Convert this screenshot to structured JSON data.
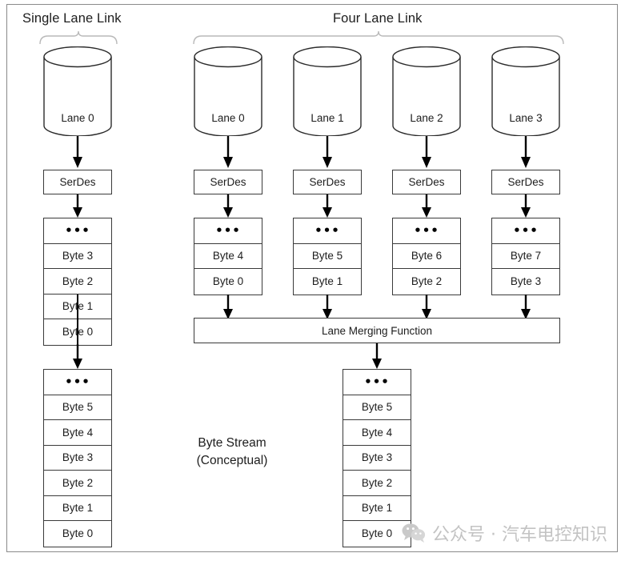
{
  "diagram": {
    "title_single": "Single Lane Link",
    "title_four": "Four Lane Link",
    "caption_line1": "Byte Stream",
    "caption_line2": "(Conceptual)",
    "merge_label": "Lane Merging Function",
    "serdes_label": "SerDes",
    "ellipsis": "•••",
    "colors": {
      "stroke": "#3a3a3a",
      "arrow": "#000000",
      "frame": "#8a8a8a",
      "text": "#1d1d1d",
      "watermark": "#c3c3c3",
      "background": "#ffffff"
    }
  },
  "single_lane": {
    "cylinder_label": "Lane 0",
    "serdes_label": "SerDes",
    "stack": [
      "•••",
      "Byte 3",
      "Byte 2",
      "Byte 1",
      "Byte 0"
    ],
    "stream_stack": [
      "•••",
      "Byte 5",
      "Byte 4",
      "Byte 3",
      "Byte 2",
      "Byte 1",
      "Byte 0"
    ]
  },
  "four_lane": {
    "lanes": [
      {
        "cylinder_label": "Lane 0",
        "serdes_label": "SerDes",
        "stack": [
          "•••",
          "Byte 4",
          "Byte 0"
        ]
      },
      {
        "cylinder_label": "Lane 1",
        "serdes_label": "SerDes",
        "stack": [
          "•••",
          "Byte 5",
          "Byte 1"
        ]
      },
      {
        "cylinder_label": "Lane 2",
        "serdes_label": "SerDes",
        "stack": [
          "•••",
          "Byte 6",
          "Byte 2"
        ]
      },
      {
        "cylinder_label": "Lane 3",
        "serdes_label": "SerDes",
        "stack": [
          "•••",
          "Byte 7",
          "Byte 3"
        ]
      }
    ],
    "merge_label": "Lane Merging Function",
    "stream_stack": [
      "•••",
      "Byte 5",
      "Byte 4",
      "Byte 3",
      "Byte 2",
      "Byte 1",
      "Byte 0"
    ]
  },
  "watermark": {
    "icon": "wechat-icon",
    "text": "公众号 · 汽车电控知识"
  }
}
